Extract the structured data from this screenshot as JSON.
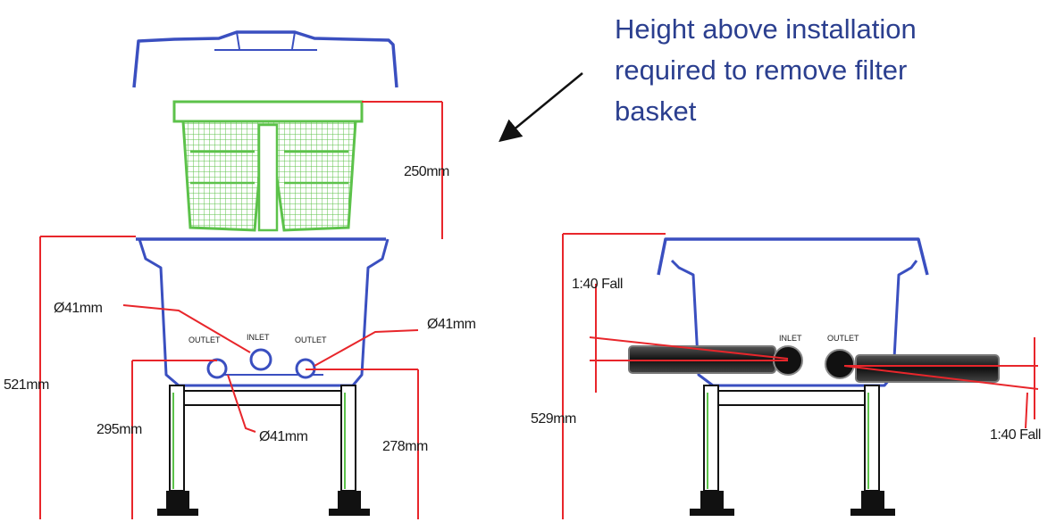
{
  "annotation": {
    "lines": [
      "Height above installation",
      "required to remove filter",
      "basket"
    ]
  },
  "left_view": {
    "basket_height": "250mm",
    "total_height": "521mm",
    "inlet_height": "295mm",
    "outlet_height": "278mm",
    "diameter_left": "Ø41mm",
    "diameter_right": "Ø41mm",
    "diameter_bottom": "Ø41mm",
    "port_outlet_left": "OUTLET",
    "port_inlet": "INLET",
    "port_outlet_right": "OUTLET"
  },
  "right_view": {
    "total_height": "529mm",
    "fall_left": "1:40 Fall",
    "fall_right": "1:40 Fall",
    "port_inlet": "INLET",
    "port_outlet": "OUTLET"
  },
  "colors": {
    "dimension": "#e8262b",
    "body": "#3a4fc0",
    "basket": "#5cc24a",
    "note_text": "#2b3f8f"
  }
}
